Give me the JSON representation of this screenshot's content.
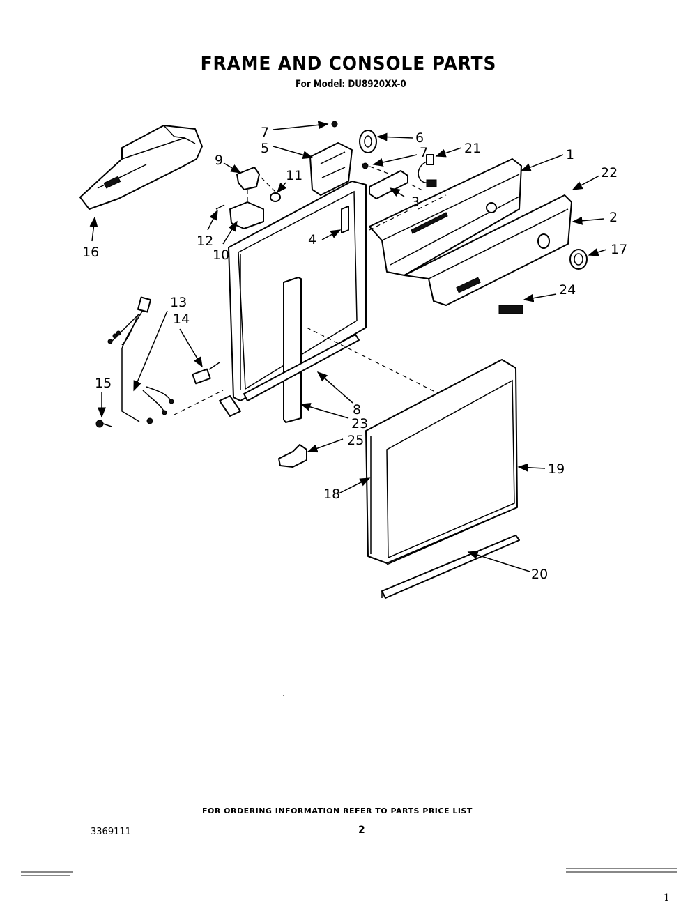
{
  "header": {
    "title": "FRAME AND CONSOLE PARTS",
    "subtitle": "For Model: DU8920XX-0"
  },
  "callouts": {
    "c1": "1",
    "c2": "2",
    "c3": "3",
    "c4": "4",
    "c5": "5",
    "c6": "6",
    "c7a": "7",
    "c7b": "7",
    "c8": "8",
    "c9": "9",
    "c10": "10",
    "c11": "11",
    "c12": "12",
    "c13": "13",
    "c14": "14",
    "c15": "15",
    "c16": "16",
    "c17": "17",
    "c18": "18",
    "c19": "19",
    "c20": "20",
    "c21": "21",
    "c22": "22",
    "c23": "23",
    "c24": "24",
    "c25": "25"
  },
  "footer": {
    "order_note": "FOR ORDERING INFORMATION REFER TO PARTS PRICE LIST",
    "doc_number": "3369111",
    "page_number": "2",
    "corner_mark": "1"
  }
}
